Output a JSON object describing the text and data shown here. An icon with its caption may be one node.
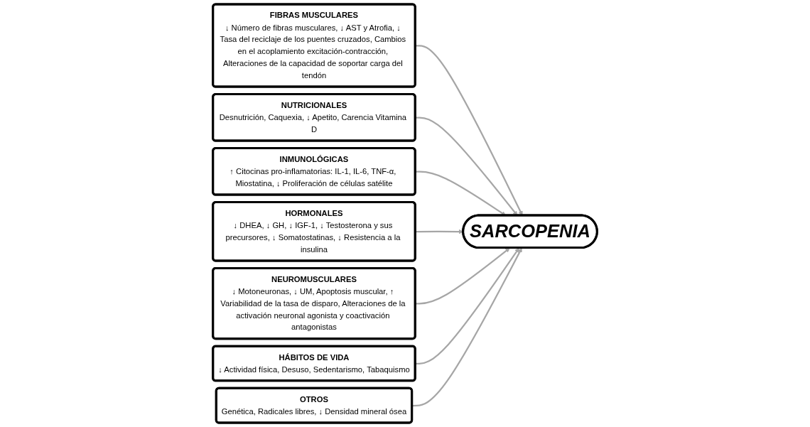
{
  "diagram": {
    "nodes": [
      {
        "text": [
          "FIBRAS MUSCULARES",
          "↓ Número de fibras musculares, ↓ AST y Atrofia, ↓ Tasa del reciclaje de los puentes cruzados, Cambios en el acoplamiento excitación-contracción, Alteraciones de la capacidad de soportar carga del tendón"
        ]
      },
      {
        "text": [
          "NUTRICIONALES",
          "Desnutrición, Caquexia, ↓ Apetito, Carencia Vitamina D"
        ]
      },
      {
        "text": [
          "INMUNOLÓGICAS",
          "↑ Citocinas pro-inflamatorias: IL-1, IL-6, TNF-α, Miostatina, ↓ Proliferación de células satélite"
        ]
      },
      {
        "text": [
          "HORMONALES",
          "↓ DHEA, ↓ GH, ↓ IGF-1, ↓ Testosterona y sus precursores, ↓ Somatostatinas, ↓ Resistencia a la insulina"
        ]
      },
      {
        "text": [
          "SARCOPENIA"
        ]
      },
      {
        "text": [
          "NEUROMUSCULARES",
          "↓ Motoneuronas, ↓ UM, Apoptosis muscular, ↑ Variabilidad de la tasa de disparo, Alteraciones de la activación neuronal agonista y coactivación antagonistas"
        ]
      },
      {
        "text": [
          "HÁBITOS DE VIDA",
          "↓ Actividad física, Desuso, Sedentarismo, Tabaquismo"
        ]
      },
      {
        "text": [
          "OTROS",
          "Genética, Radicales libres, ↓ Densidad mineral ósea"
        ]
      }
    ],
    "edges": [
      {
        "from": 0,
        "to": 4,
        "arrow": "to"
      },
      {
        "from": 1,
        "to": 4,
        "arrow": "to"
      },
      {
        "from": 2,
        "to": 4,
        "arrow": "to"
      },
      {
        "from": 3,
        "to": 4,
        "arrow": "to"
      },
      {
        "from": 5,
        "to": 4,
        "arrow": "to"
      },
      {
        "from": 6,
        "to": 4,
        "arrow": "to"
      },
      {
        "from": 7,
        "to": 4,
        "arrow": "to"
      }
    ]
  }
}
